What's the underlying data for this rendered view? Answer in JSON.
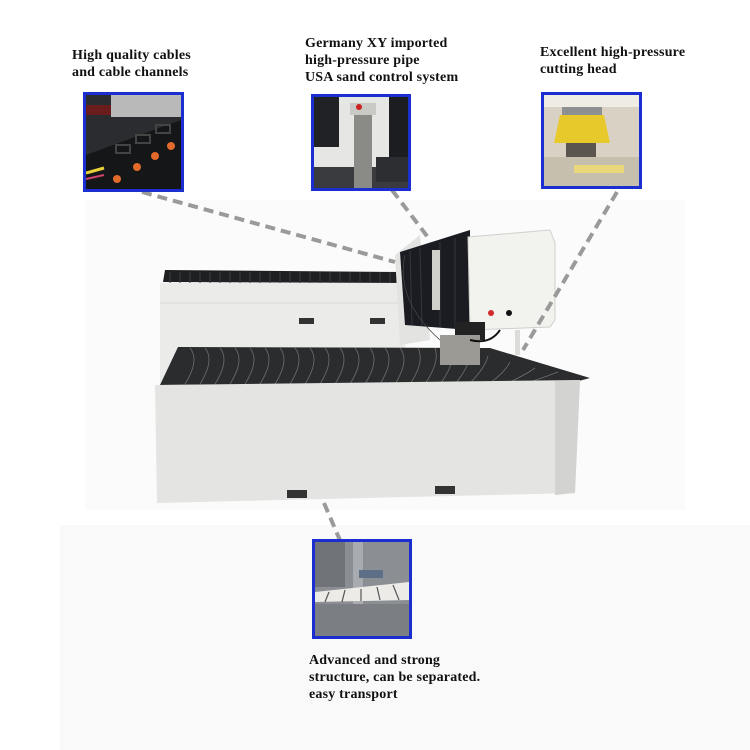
{
  "callouts": [
    {
      "id": "cables",
      "lines": [
        "High quality cables",
        "and cable channels"
      ]
    },
    {
      "id": "pipe",
      "lines": [
        "Germany XY imported",
        "high-pressure pipe",
        "USA sand control system"
      ]
    },
    {
      "id": "head",
      "lines": [
        "Excellent high-pressure",
        "cutting head"
      ]
    },
    {
      "id": "structure",
      "lines": [
        "Advanced and strong",
        "structure, can be separated.",
        "easy transport"
      ]
    }
  ],
  "insets": [
    {
      "id": "cable-chain-photo",
      "subject": "cable drag chain with orange pins"
    },
    {
      "id": "pipe-photo",
      "subject": "high-pressure pipe and cutting head assembly"
    },
    {
      "id": "cutting-head-photo",
      "subject": "yellow cutting head nozzle"
    },
    {
      "id": "structure-photo",
      "subject": "slatted table support structure"
    }
  ],
  "colors": {
    "frame": "#1b2fd0",
    "dash": "#9a9a9a",
    "machine_body": "#e4e4e2",
    "slats": "#2a2c2e"
  },
  "main_image": {
    "subject": "waterjet cutting machine with gantry and control box"
  }
}
